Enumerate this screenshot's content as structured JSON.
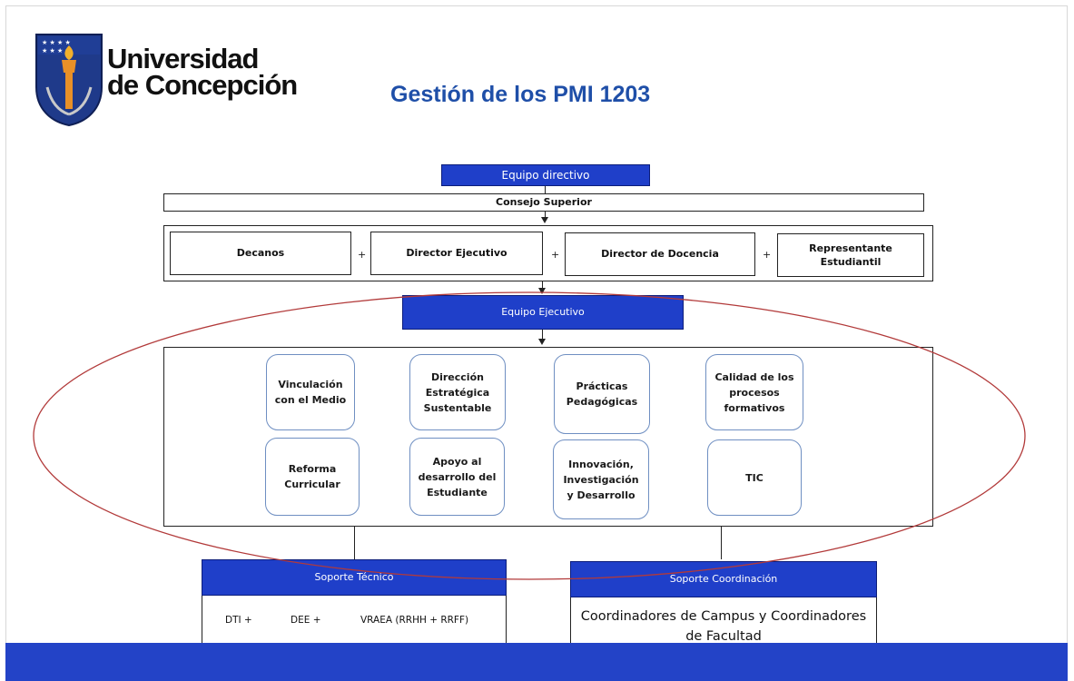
{
  "header": {
    "logo_line1": "Universidad",
    "logo_line2": "de Concepción",
    "title": "Gestión de los PMI 1203"
  },
  "top": {
    "equipo_directivo": "Equipo directivo",
    "consejo_superior": "Consejo Superior"
  },
  "members": [
    {
      "label": "Decanos"
    },
    {
      "label": "Director Ejecutivo"
    },
    {
      "label": "Director de Docencia"
    },
    {
      "label": "Representante\nEstudiantil"
    }
  ],
  "plus_sign": "+",
  "equipo_ejecutivo": "Equipo Ejecutivo",
  "areas": [
    "Vinculación\ncon el Medio",
    "Dirección\nEstratégica\nSustentable",
    "Prácticas\nPedagógicas",
    "Calidad de los\nprocesos\nformativos",
    "Reforma\nCurricular",
    "Apoyo al\ndesarrollo del\nEstudiante",
    "Innovación,\nInvestigación\ny Desarrollo",
    "TIC"
  ],
  "soporte_tecnico": {
    "title": "Soporte Técnico",
    "items": [
      "DTI +",
      "DEE +",
      "VRAEA (RRHH + RRFF)"
    ]
  },
  "soporte_coordinacion": {
    "title": "Soporte Coordinación",
    "text_line1": "Coordinadores de Campus y Coordinadores",
    "text_line2": "de Facultad"
  },
  "colors": {
    "accent_blue": "#1f3fc9",
    "title_blue": "#1f4fa8",
    "ellipse_red": "#b23a3a",
    "pill_border": "#6f8fc2",
    "footer_blue": "#2343c7"
  }
}
